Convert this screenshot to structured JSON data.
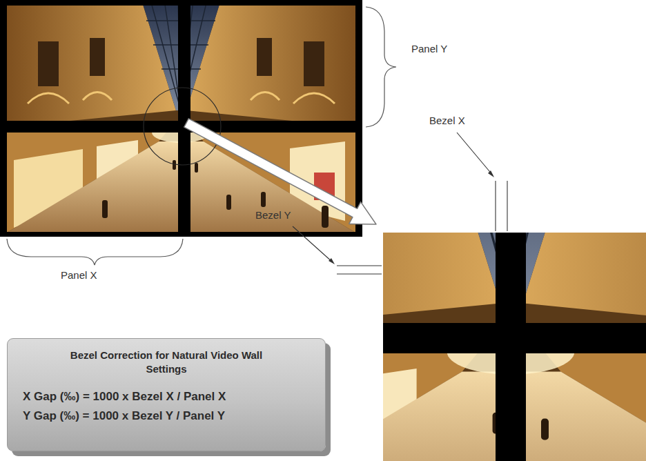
{
  "diagram": {
    "nodes": [
      {
        "text": [
          "Bezel Correction for Natural Video Wall Settings",
          "X Gap (‰) = 1000 x Bezel X / Panel X",
          "Y Gap (‰) = 1000 x Bezel Y / Panel Y"
        ]
      }
    ],
    "labels": [
      "Panel Y",
      "Bezel X",
      "Panel X",
      "Bezel Y"
    ]
  }
}
